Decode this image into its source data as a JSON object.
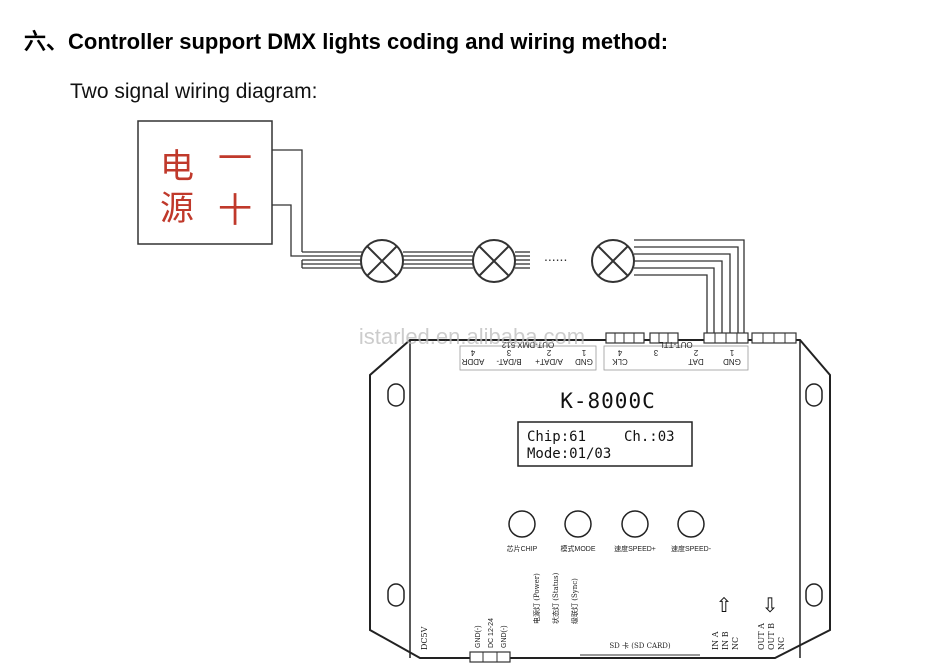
{
  "heading": "六、Controller support DMX lights coding and wiring method:",
  "subheading": "Two signal wiring diagram:",
  "power_supply": {
    "label_line1": "电",
    "label_line2": "源",
    "minus_symbol": "一",
    "plus_symbol": "十"
  },
  "ellipsis": "......",
  "watermark": "istarled.en.alibaba.com",
  "controller": {
    "model": "K-8000C",
    "lcd_line1_left": "Chip:61",
    "lcd_line1_right": "Ch.:03",
    "lcd_line2": "Mode:01/03",
    "dmx_header": "OUT-DMX 512",
    "dmx_pins": [
      "GND",
      "A/DAT+",
      "B/DAT-",
      "ADDR"
    ],
    "dmx_pin_numbers": [
      "1",
      "2",
      "3",
      "4"
    ],
    "ttl_header": "OUT-TTL",
    "ttl_pins": [
      "GND",
      "DAT",
      "",
      "CLK"
    ],
    "ttl_pin_numbers": [
      "1",
      "2",
      "3",
      "4"
    ],
    "buttons": [
      "芯片CHIP",
      "模式MODE",
      "速度SPEED+",
      "速度SPEED-"
    ],
    "indicators": [
      "电源灯 (Power)",
      "状态灯 (Status)",
      "级联灯 (Sync)"
    ],
    "dc5v": "DC5V",
    "power_terminals": [
      "GND(-)",
      "DC 12-24",
      "GND(-)"
    ],
    "sd_card": "SD 卡 (SD CARD)",
    "in_labels": [
      "IN A",
      "IN B",
      "NC"
    ],
    "out_labels": [
      "OUT A",
      "OUT B",
      "NC"
    ],
    "up_arrow": "⇧",
    "down_arrow": "⇩"
  }
}
